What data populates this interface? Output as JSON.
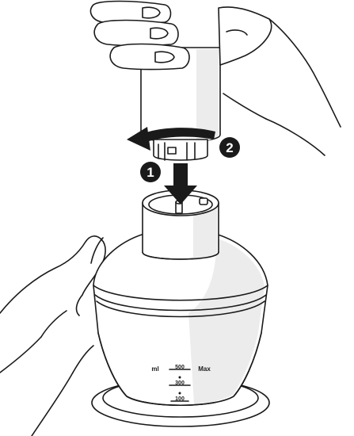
{
  "steps": [
    {
      "number": "1",
      "action": "push down"
    },
    {
      "number": "2",
      "action": "turn counter-clockwise"
    }
  ],
  "scale": {
    "unit": "ml",
    "max_label": "Max",
    "marks": [
      "500",
      "300",
      "100"
    ]
  },
  "colors": {
    "line": "#1a1a1a",
    "step_badge": "#1a1a1a",
    "shade": "#ececec"
  },
  "icons": {
    "push_arrow": "arrow-down-icon",
    "turn_arrow": "rotate-counterclockwise-icon"
  }
}
